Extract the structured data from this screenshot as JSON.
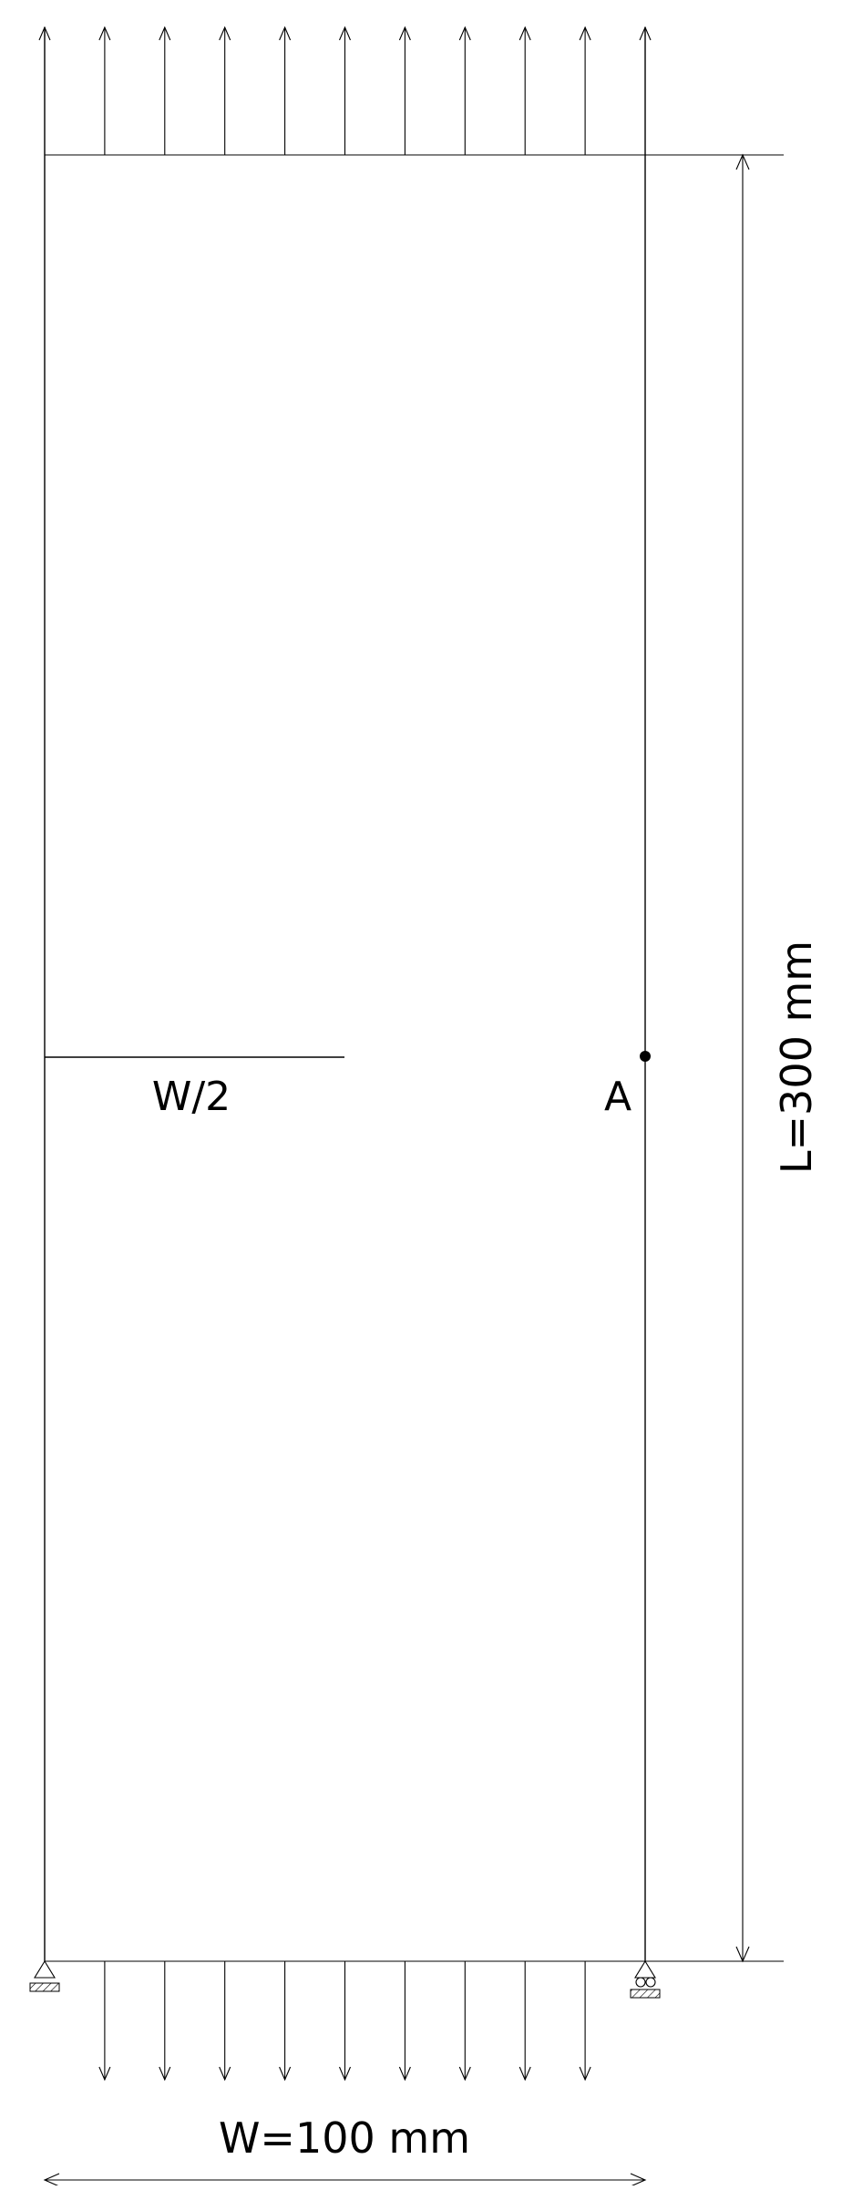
{
  "diagram": {
    "crack_label": "W/2",
    "point_label": "A",
    "height_dimension_label": "L=300 mm",
    "width_dimension_label": "W=100 mm",
    "load_arrow_count_top": 11,
    "load_arrow_count_bottom": 9
  }
}
